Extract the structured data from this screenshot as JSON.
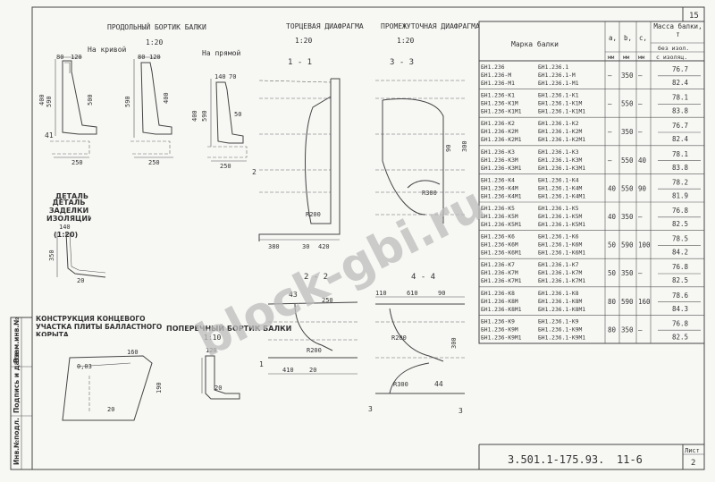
{
  "sheet": {
    "page_no": "15",
    "designation": "3.501.1-175.93.",
    "sheet_code": "11-6",
    "sheet_label": "Лист",
    "sheet_no": "2",
    "watermark": "block-gbi.ru"
  },
  "side_stamp": [
    "Инв.№подл.",
    "Подпись и дата",
    "Взам.инв.№"
  ],
  "titles": {
    "long_curb": "ПРОДОЛЬНЫЙ БОРТИК БАЛКИ",
    "long_curb_scale": "1:20",
    "on_curve": "На кривой",
    "on_straight": "На прямой",
    "end_diaphragm": "ТОРЦЕВАЯ ДИАФРАГМА",
    "end_diaphragm_scale": "1:20",
    "intermediate_diaphragm": "ПРОМЕЖУТОЧНАЯ ДИАФРАГМА",
    "intermediate_diaphragm_scale": "1:20",
    "section_1": "1 - 1",
    "section_3": "3 - 3",
    "section_2": "2 - 2",
    "section_4": "4 - 4",
    "detail_title": "ДЕТАЛЬ ЗАДЕЛКИ ИЗОЛЯЦИИ",
    "detail_scale": "(1:20)",
    "end_part_title": "КОНСТРУКЦИЯ КОНЦЕВОГО УЧАСТКА ПЛИТЫ БАЛЛАСТНОГО КОРЫТА",
    "cross_curb_title": "ПОПЕРЕЧНЫЙ БОРТИК БАЛКИ",
    "cross_curb_scale": "1:10"
  },
  "dims": {
    "d80": "80",
    "d120": "120",
    "d590": "590",
    "d400": "400",
    "d500": "500",
    "d41": "41",
    "d250": "250",
    "d140": "140",
    "d70": "70",
    "d50": "50",
    "d380": "380",
    "d30": "30",
    "d420": "420",
    "d410": "410",
    "d20": "20",
    "d110": "110",
    "d610": "610",
    "d90": "90",
    "d300": "300",
    "d44": "44",
    "d350": "350",
    "d43": "43",
    "d3": "3",
    "d4": "4",
    "d1": "1",
    "d2": "2",
    "r200": "R200",
    "r300": "R300",
    "d0_03": "0,03",
    "d160": "160",
    "d190": "190"
  },
  "table": {
    "headers": {
      "mark": "Марка балки",
      "a": "a,",
      "b": "b,",
      "c": "c,",
      "unit": "мм",
      "mass": "Масса балки, т",
      "mass_no_ins": "без изол.",
      "mass_ins": "с изоляц."
    },
    "rows": [
      {
        "left": [
          "БН1.236",
          "БН1.236-М",
          "БН1.236-М1"
        ],
        "right": [
          "БН1.236.1",
          "БН1.236.1-М",
          "БН1.236.1-М1"
        ],
        "a": "—",
        "b": "350",
        "c": "—",
        "m1": "76.7",
        "m2": "82.4"
      },
      {
        "left": [
          "БН1.236-К1",
          "БН1.236-К1М",
          "БН1.236-К1М1"
        ],
        "right": [
          "БН1.236.1-К1",
          "БН1.236.1-К1М",
          "БН1.236.1-К1М1"
        ],
        "a": "—",
        "b": "550",
        "c": "—",
        "m1": "78.1",
        "m2": "83.8"
      },
      {
        "left": [
          "БН1.236-К2",
          "БН1.236-К2М",
          "БН1.236-К2М1"
        ],
        "right": [
          "БН1.236.1-К2",
          "БН1.236.1-К2М",
          "БН1.236.1-К2М1"
        ],
        "a": "—",
        "b": "350",
        "c": "—",
        "m1": "76.7",
        "m2": "82.4"
      },
      {
        "left": [
          "БН1.236-К3",
          "БН1.236-К3М",
          "БН1.236-К3М1"
        ],
        "right": [
          "БН1.236.1-К3",
          "БН1.236.1-К3М",
          "БН1.236.1-К3М1"
        ],
        "a": "—",
        "b": "550",
        "c": "40",
        "m1": "78.1",
        "m2": "83.8"
      },
      {
        "left": [
          "БН1.236-К4",
          "БН1.236-К4М",
          "БН1.236-К4М1"
        ],
        "right": [
          "БН1.236.1-К4",
          "БН1.236.1-К4М",
          "БН1.236.1-К4М1"
        ],
        "a": "40",
        "b": "550",
        "c": "90",
        "m1": "78.2",
        "m2": "81.9"
      },
      {
        "left": [
          "БН1.236-К5",
          "БН1.236-К5М",
          "БН1.236-К5М1"
        ],
        "right": [
          "БН1.236.1-К5",
          "БН1.236.1-К5М",
          "БН1.236.1-К5М1"
        ],
        "a": "40",
        "b": "350",
        "c": "—",
        "m1": "76.8",
        "m2": "82.5"
      },
      {
        "left": [
          "БН1.236-К6",
          "БН1.236-К6М",
          "БН1.236-К6М1"
        ],
        "right": [
          "БН1.236.1-К6",
          "БН1.236.1-К6М",
          "БН1.236.1-К6М1"
        ],
        "a": "50",
        "b": "590",
        "c": "100",
        "m1": "78.5",
        "m2": "84.2"
      },
      {
        "left": [
          "БН1.236-К7",
          "БН1.236-К7М",
          "БН1.236-К7М1"
        ],
        "right": [
          "БН1.236.1-К7",
          "БН1.236.1-К7М",
          "БН1.236.1-К7М1"
        ],
        "a": "50",
        "b": "350",
        "c": "—",
        "m1": "76.8",
        "m2": "82.5"
      },
      {
        "left": [
          "БН1.236-К8",
          "БН1.236-К8М",
          "БН1.236-К8М1"
        ],
        "right": [
          "БН1.236.1-К8",
          "БН1.236.1-К8М",
          "БН1.236.1-К8М1"
        ],
        "a": "80",
        "b": "590",
        "c": "160",
        "m1": "78.6",
        "m2": "84.3"
      },
      {
        "left": [
          "БН1.236-К9",
          "БН1.236-К9М",
          "БН1.236-К9М1"
        ],
        "right": [
          "БН1.236.1-К9",
          "БН1.236.1-К9М",
          "БН1.236.1-К9М1"
        ],
        "a": "80",
        "b": "350",
        "c": "—",
        "m1": "76.8",
        "m2": "82.5"
      }
    ]
  }
}
